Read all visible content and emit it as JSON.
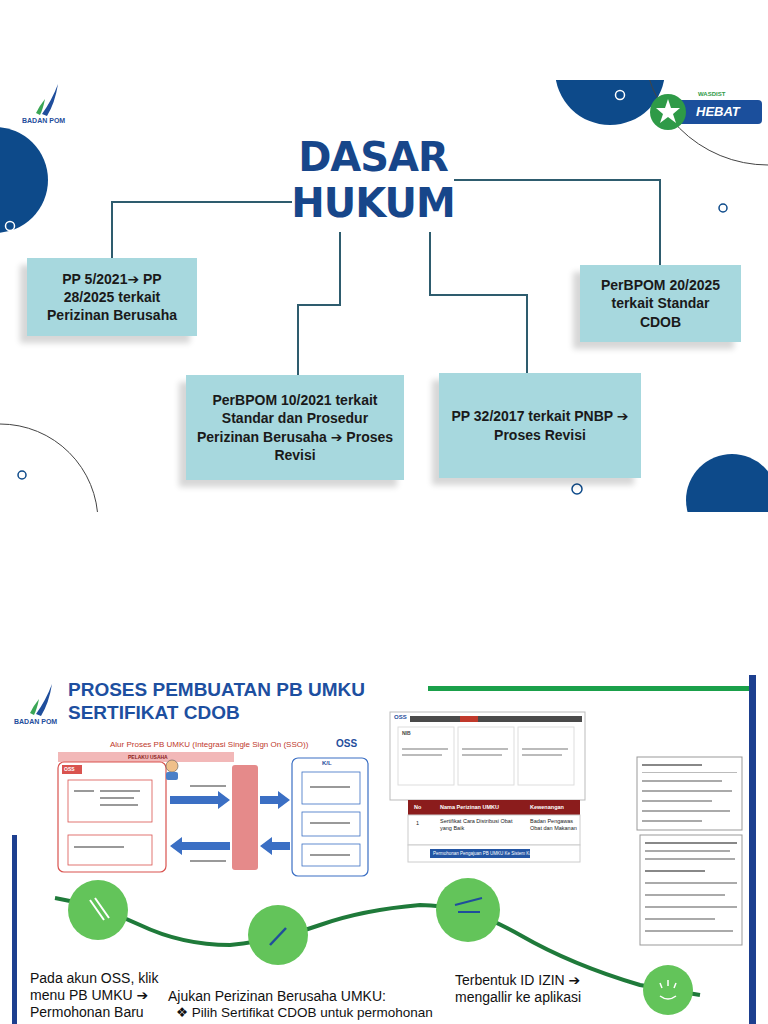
{
  "diagram": {
    "title": "PROSES PEMBUATAN PB UMKU SERTIFIKAT CDOB",
    "nodes": [
      {
        "text": [
          "DASAR HUKUM"
        ]
      },
      {
        "text": [
          "PP 5/2021➔ PP 28/2025 terkait Perizinan Berusaha"
        ]
      },
      {
        "text": [
          "PerBPOM 10/2021 terkait Standar dan Prosedur Perizinan Berusaha ➔ Proses Revisi"
        ]
      },
      {
        "text": [
          "PP 32/2017 terkait PNBP ➔ Proses Revisi"
        ]
      },
      {
        "text": [
          "PerBPOM 20/2025 terkait Standar CDOB"
        ]
      }
    ],
    "edges": [
      {
        "from": 0,
        "to": 1,
        "arrow": "none"
      },
      {
        "from": 0,
        "to": 2,
        "arrow": "none"
      },
      {
        "from": 0,
        "to": 3,
        "arrow": "none"
      },
      {
        "from": 0,
        "to": 4,
        "arrow": "none"
      }
    ],
    "labels": [
      "BADAN POM",
      "WASDIST",
      "HEBAT",
      "BADAN POM",
      "Alur Proses PB UMKU (Integrasi Single Sign On (SSO))",
      "OSS",
      "PELAKU USAHA",
      "OSS",
      "K/L",
      "OSS",
      "No",
      "Nama Perizinan UMKU",
      "Kewenangan",
      "1",
      "Sertifikat Cara Distribusi Obat yang Baik",
      "Badan Pengawas Obat dan Makanan",
      "Permohonan Pengajuan PB UMKU Ke Sistem K/L",
      "Pada akun OSS, klik menu PB UMKU ➔ Permohonan Baru",
      "Ajukan Perizinan Berusaha UMKU:",
      "❖ Pilih Sertifikat CDOB untuk permohonan",
      "Terbentuk ID IZIN ➔ mengallir ke aplikasi",
      "NIB"
    ]
  }
}
